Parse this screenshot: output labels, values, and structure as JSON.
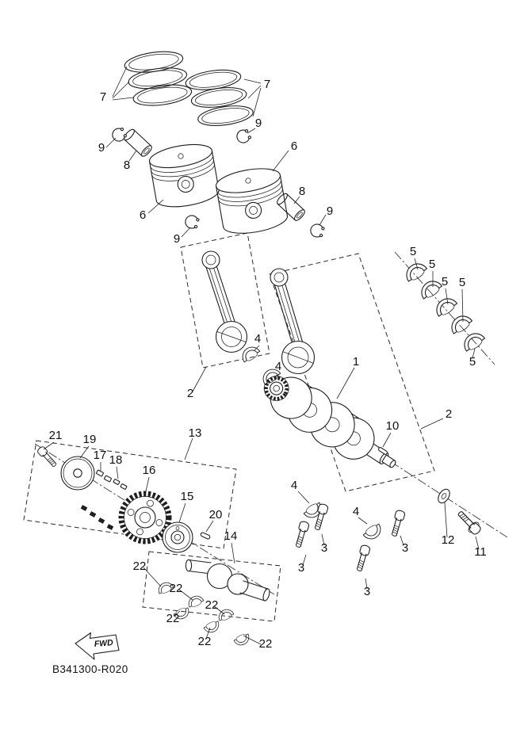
{
  "meta": {
    "drawing_code": "B341300-R020"
  },
  "fwd": {
    "label": "FWD"
  },
  "callouts": [
    {
      "label": "7"
    },
    {
      "label": "7"
    },
    {
      "label": "9"
    },
    {
      "label": "9"
    },
    {
      "label": "8"
    },
    {
      "label": "6"
    },
    {
      "label": "6"
    },
    {
      "label": "8"
    },
    {
      "label": "9"
    },
    {
      "label": "9"
    },
    {
      "label": "5"
    },
    {
      "label": "5"
    },
    {
      "label": "5"
    },
    {
      "label": "5"
    },
    {
      "label": "5"
    },
    {
      "label": "4"
    },
    {
      "label": "4"
    },
    {
      "label": "1"
    },
    {
      "label": "2"
    },
    {
      "label": "2"
    },
    {
      "label": "10"
    },
    {
      "label": "13"
    },
    {
      "label": "21"
    },
    {
      "label": "19"
    },
    {
      "label": "17"
    },
    {
      "label": "18"
    },
    {
      "label": "16"
    },
    {
      "label": "15"
    },
    {
      "label": "20"
    },
    {
      "label": "14"
    },
    {
      "label": "4"
    },
    {
      "label": "4"
    },
    {
      "label": "3"
    },
    {
      "label": "3"
    },
    {
      "label": "3"
    },
    {
      "label": "3"
    },
    {
      "label": "12"
    },
    {
      "label": "11"
    },
    {
      "label": "22"
    },
    {
      "label": "22"
    },
    {
      "label": "22"
    },
    {
      "label": "22"
    },
    {
      "label": "22"
    },
    {
      "label": "22"
    }
  ]
}
